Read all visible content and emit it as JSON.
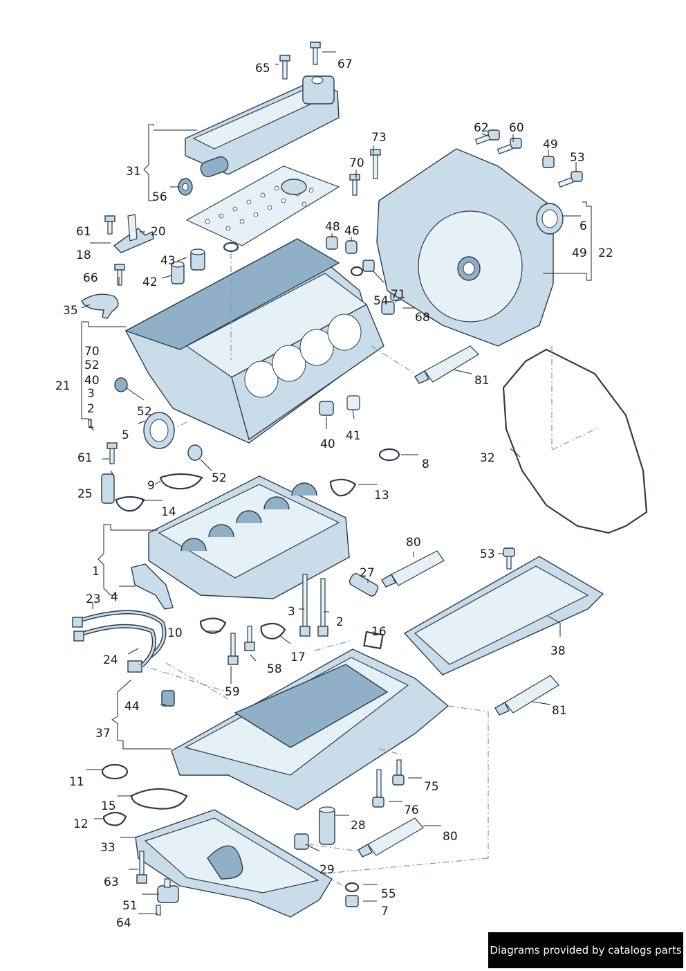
{
  "footer_text": "Diagrams provided by catalogs parts",
  "labels": {
    "l65": "65",
    "l67": "67",
    "l73": "73",
    "l62": "62",
    "l60": "60",
    "l49a": "49",
    "l53a": "53",
    "l70a": "70",
    "l31": "31",
    "l56": "56",
    "l61a": "61",
    "l20": "20",
    "l48": "48",
    "l46": "46",
    "l6": "6",
    "l18": "18",
    "l43": "43",
    "l42": "42",
    "l66": "66",
    "l49b": "49",
    "l22": "22",
    "l54": "54",
    "l71": "71",
    "l68": "68",
    "l35": "35",
    "l70b": "70",
    "l52a": "52",
    "l40a": "40",
    "l3a": "3",
    "l2a": "2",
    "l1a": "1",
    "l21": "21",
    "l81a": "81",
    "l52b": "52",
    "l5": "5",
    "l40b": "40",
    "l41": "41",
    "l32": "32",
    "l61b": "61",
    "l8": "8",
    "l52c": "52",
    "l9": "9",
    "l25": "25",
    "l13": "13",
    "l14": "14",
    "l80a": "80",
    "l53b": "53",
    "l1b": "1",
    "l27": "27",
    "l4": "4",
    "l23": "23",
    "l3b": "3",
    "l2b": "2",
    "l10": "10",
    "l16": "16",
    "l38": "38",
    "l24": "24",
    "l17": "17",
    "l58": "58",
    "l59": "59",
    "l44": "44",
    "l81b": "81",
    "l37": "37",
    "l11": "11",
    "l75": "75",
    "l15": "15",
    "l76": "76",
    "l12": "12",
    "l28": "28",
    "l80b": "80",
    "l33": "33",
    "l29": "29",
    "l63": "63",
    "l55": "55",
    "l51": "51",
    "l7": "7",
    "l64": "64"
  }
}
